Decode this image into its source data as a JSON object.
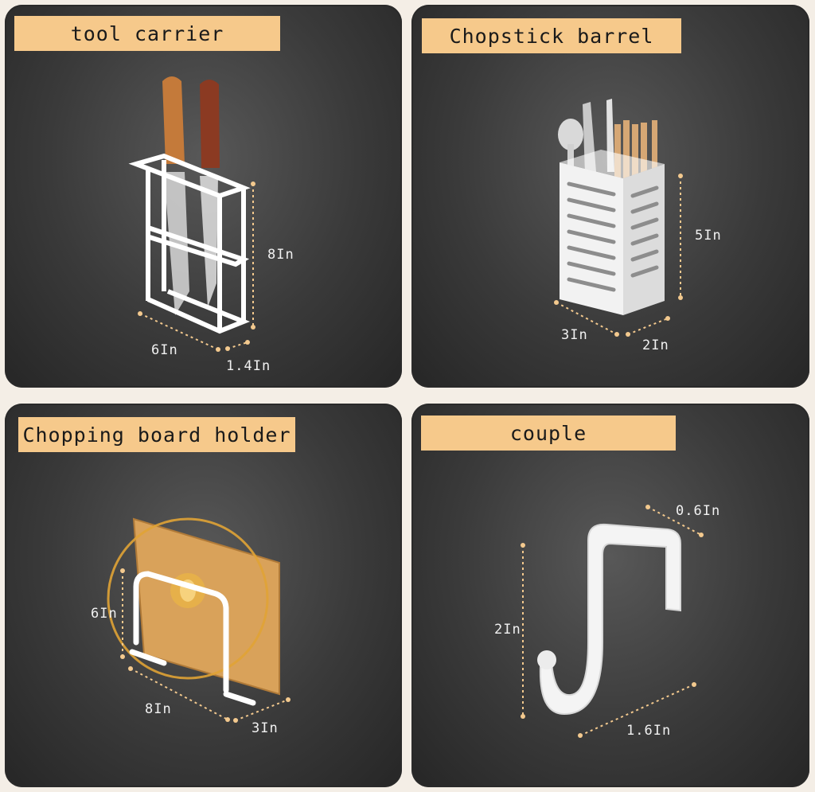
{
  "panels": [
    {
      "title": "tool carrier",
      "dims": [
        "8In",
        "6In",
        "1.4In"
      ]
    },
    {
      "title": "Chopstick barrel",
      "dims": [
        "5In",
        "3In",
        "2In"
      ]
    },
    {
      "title": "Chopping board holder",
      "dims": [
        "6In",
        "8In",
        "3In"
      ]
    },
    {
      "title": "couple",
      "dims": [
        "0.6In",
        "2In",
        "1.6In"
      ]
    }
  ],
  "colors": {
    "label_bg": "#f6c98b",
    "panel_bg": "#3a3a3a",
    "dimension_line": "#f3c98e",
    "product": "#ffffff"
  }
}
